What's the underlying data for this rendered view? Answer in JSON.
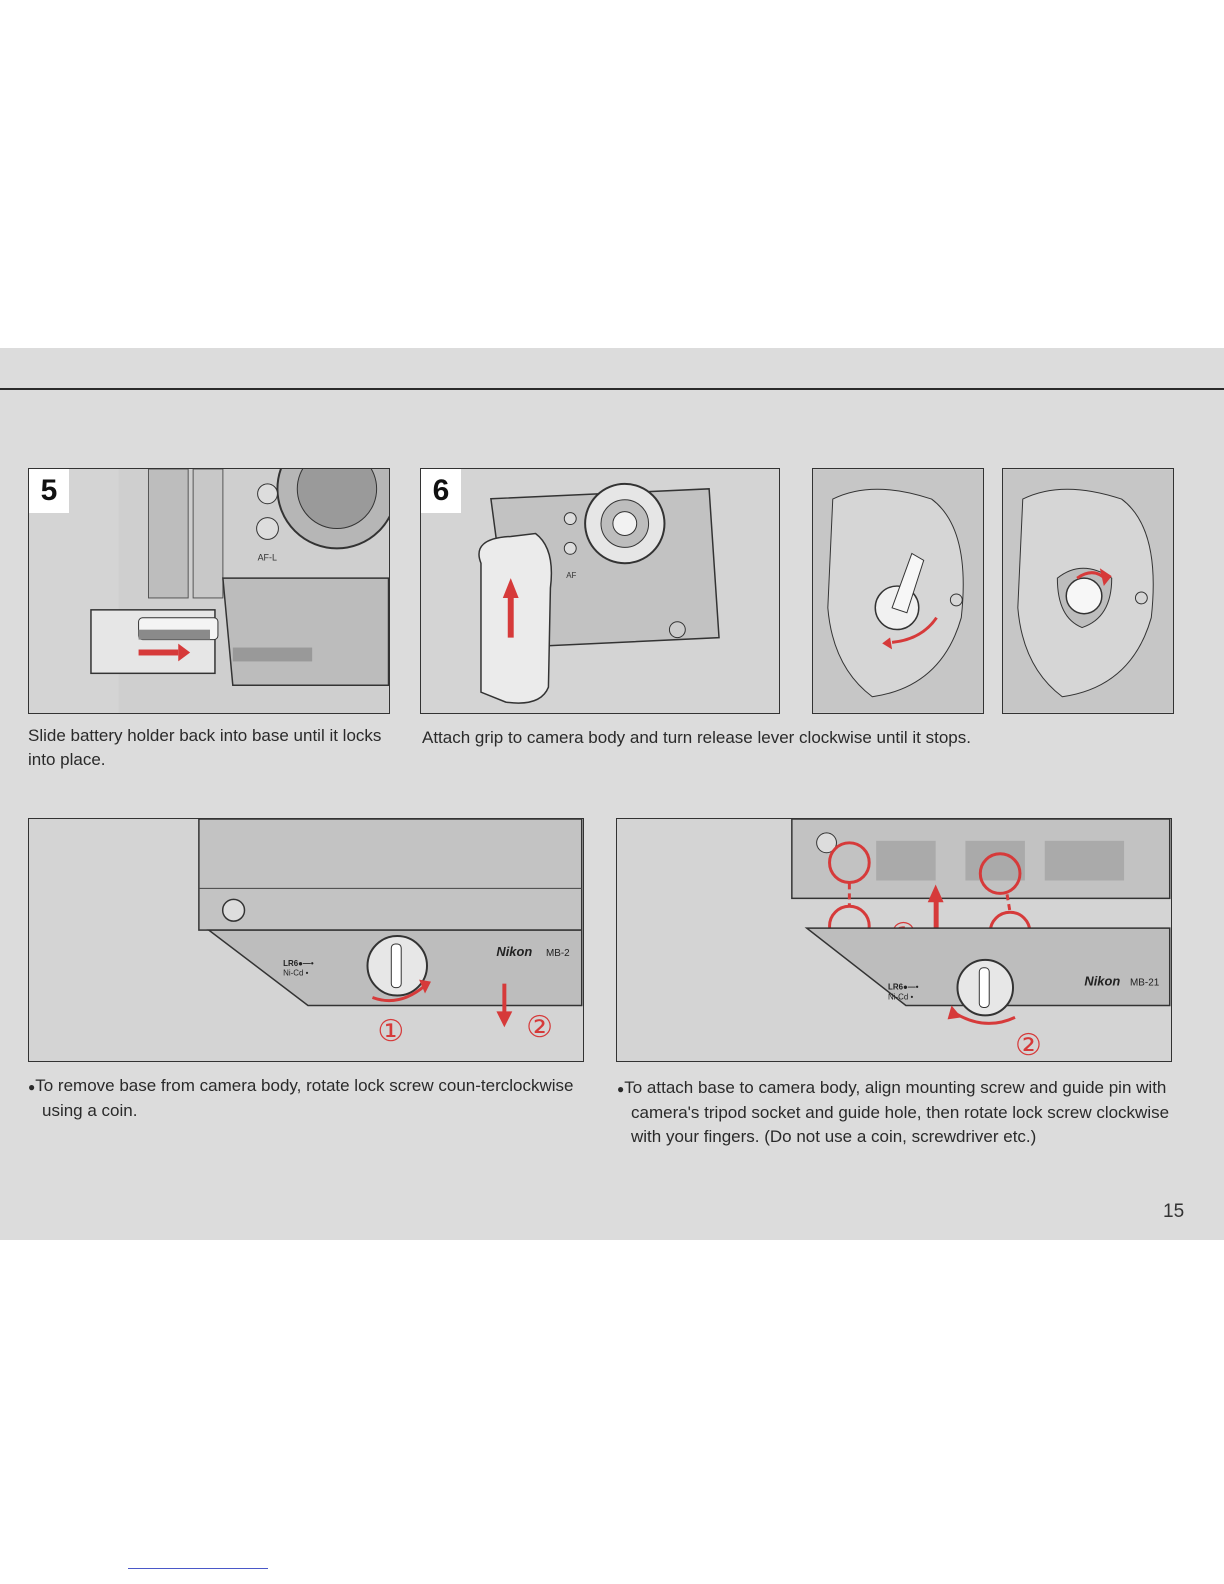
{
  "steps": {
    "step5": {
      "number": "5",
      "caption": "Slide battery holder back into base until it locks into place."
    },
    "step6": {
      "number": "6",
      "caption": "Attach grip to camera body and turn release lever clockwise until it stops."
    }
  },
  "bottom": {
    "remove": {
      "bullet": "●",
      "text": "To remove base from camera body, rotate lock screw coun-terclockwise using a coin."
    },
    "attach": {
      "bullet": "●",
      "text": "To attach base to camera body, align mounting screw and guide pin with camera's tripod socket and guide hole, then rotate lock screw clockwise with your fingers. (Do not use a coin, screwdriver etc.)"
    }
  },
  "illustration_labels": {
    "af_l": "AF-L",
    "af": "AF",
    "brand": "Nikon",
    "model_left": "MB-2",
    "model_right": "MB-21",
    "battery_lr6": "LR6●—•",
    "battery_nicd": "Ni-Cd •",
    "circle_one": "①",
    "circle_two": "②"
  },
  "page_number": "15",
  "colors": {
    "accent_red": "#d63a3a",
    "sheet": "#dcdcdc",
    "rule": "#2b2b2b"
  }
}
